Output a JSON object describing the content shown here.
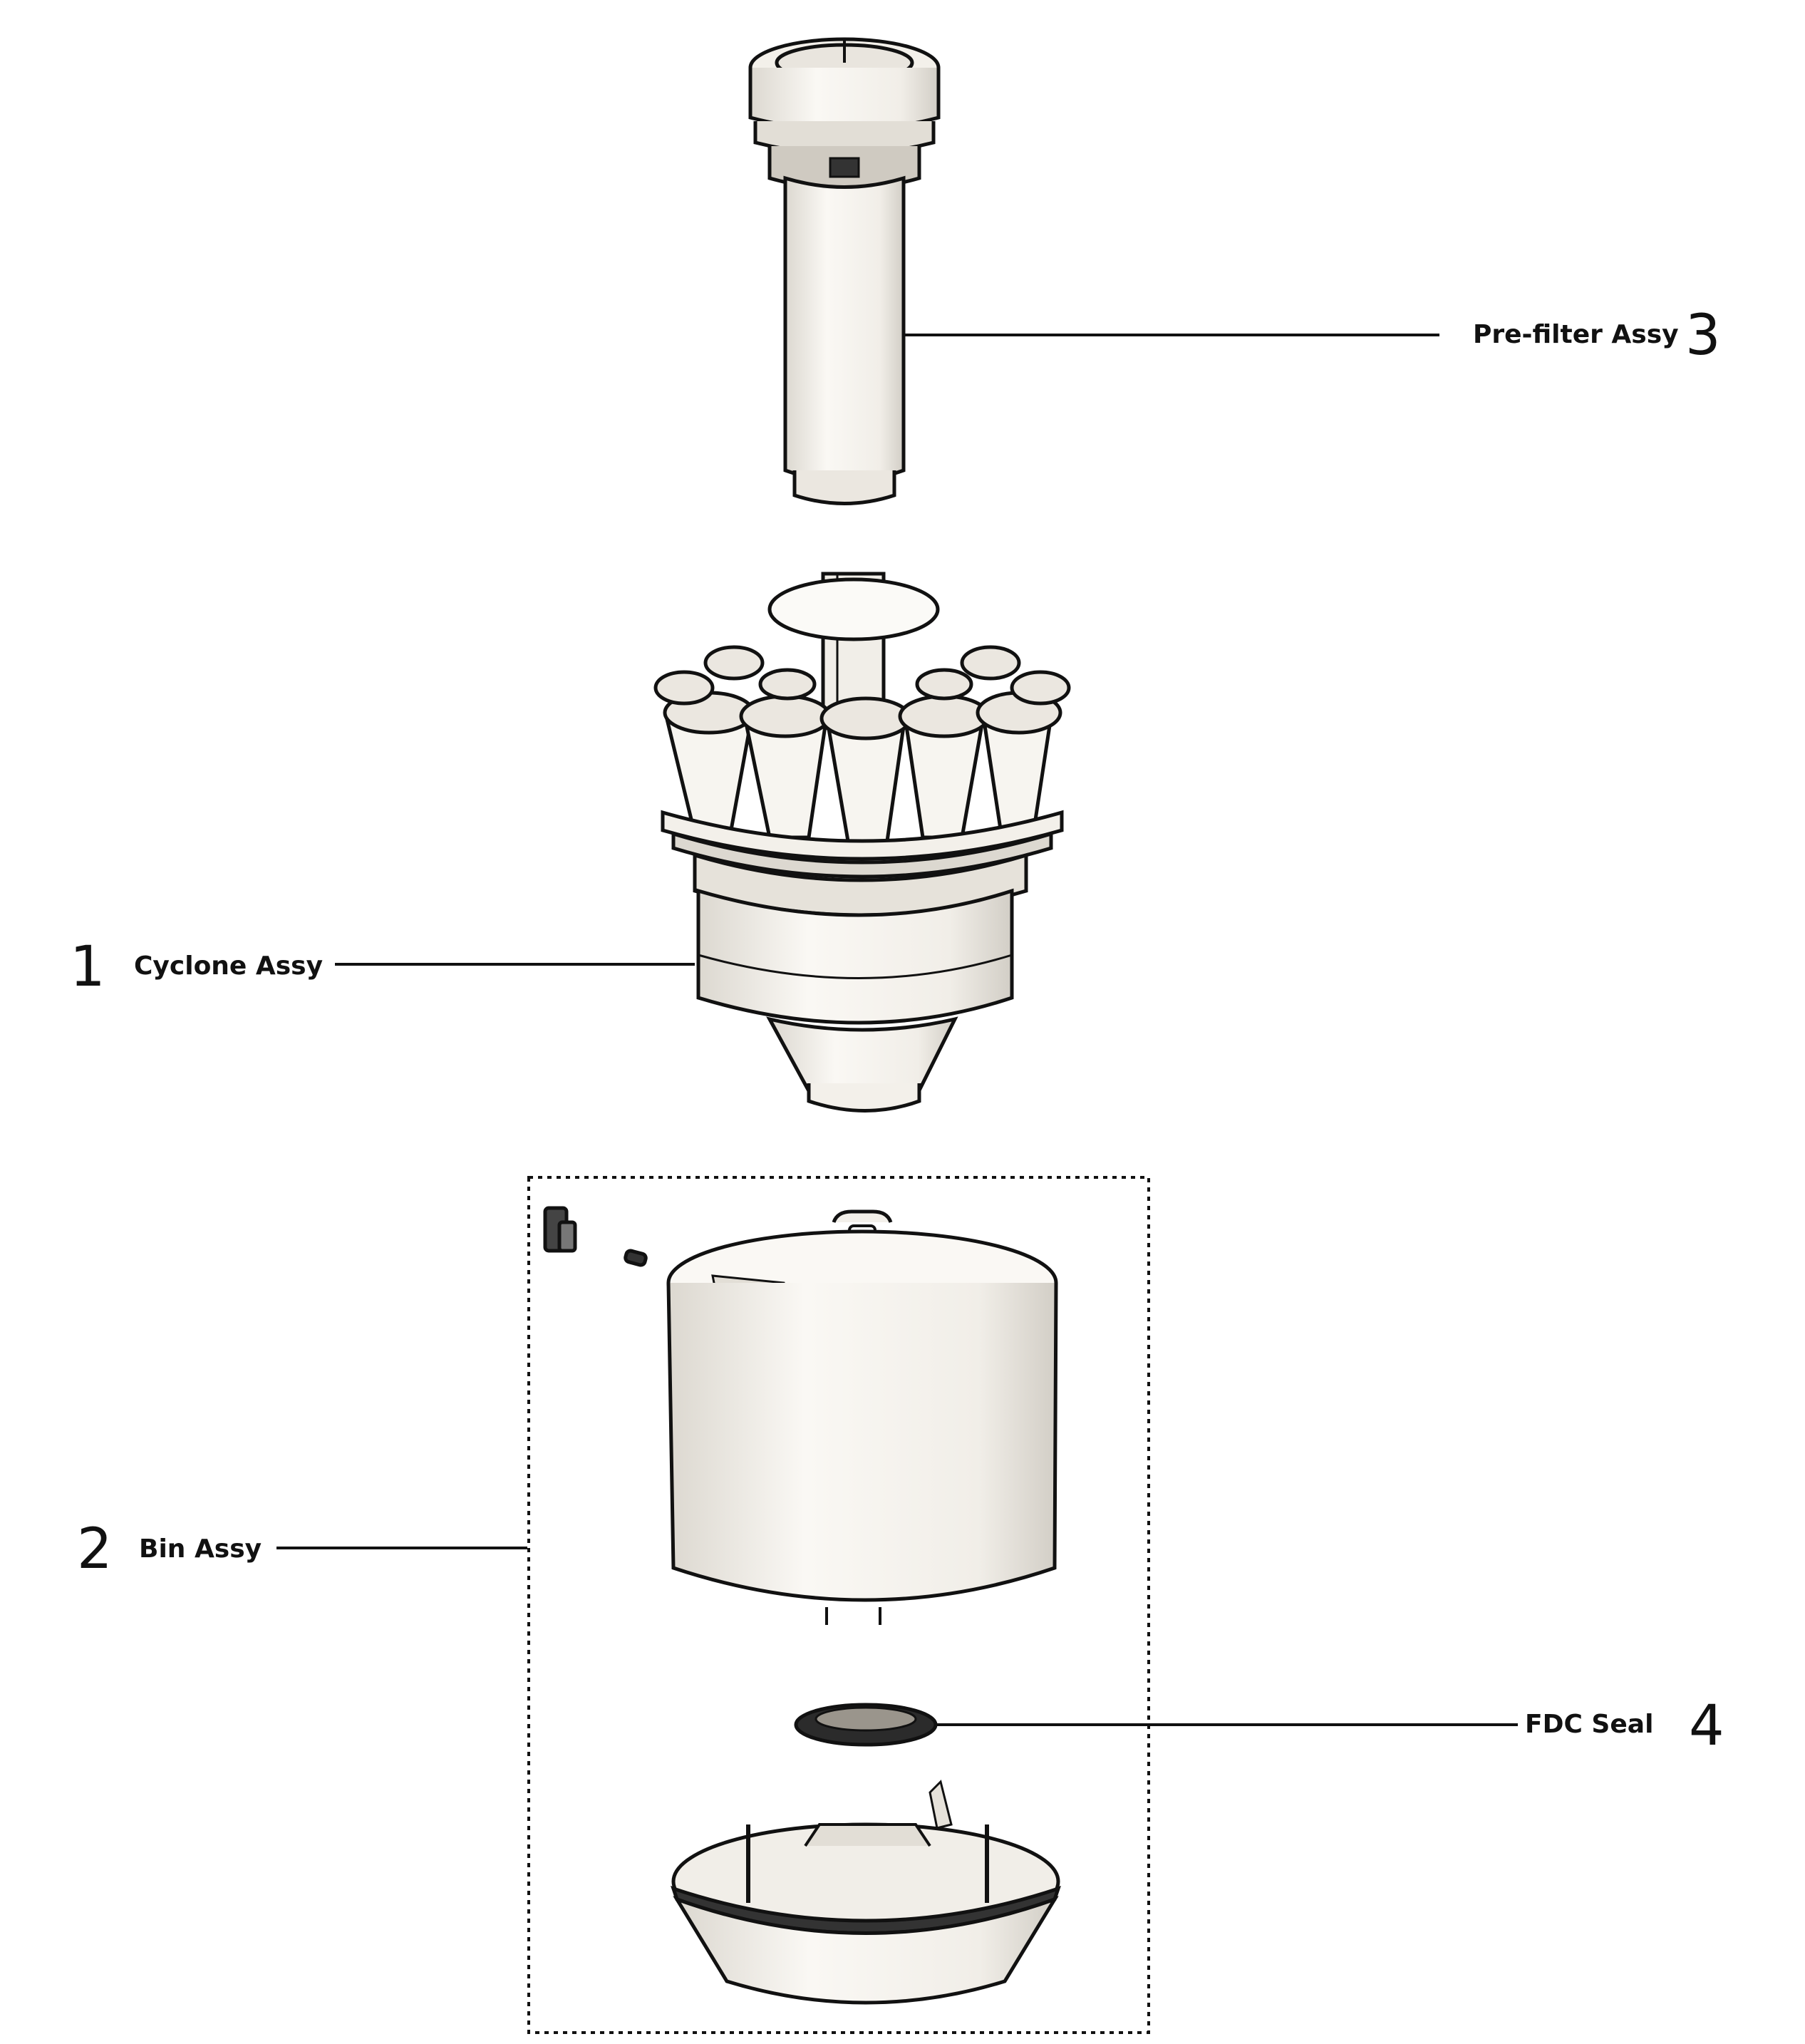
{
  "callouts": [
    {
      "number": "3",
      "label": "Pre-filter Assy"
    },
    {
      "number": "1",
      "label": "Cyclone Assy"
    },
    {
      "number": "2",
      "label": "Bin Assy"
    },
    {
      "number": "4",
      "label": "FDC Seal"
    }
  ],
  "colors": {
    "line": "#111111",
    "part_fill": "#f4f1ec",
    "part_shade": "#d8d4cc"
  }
}
